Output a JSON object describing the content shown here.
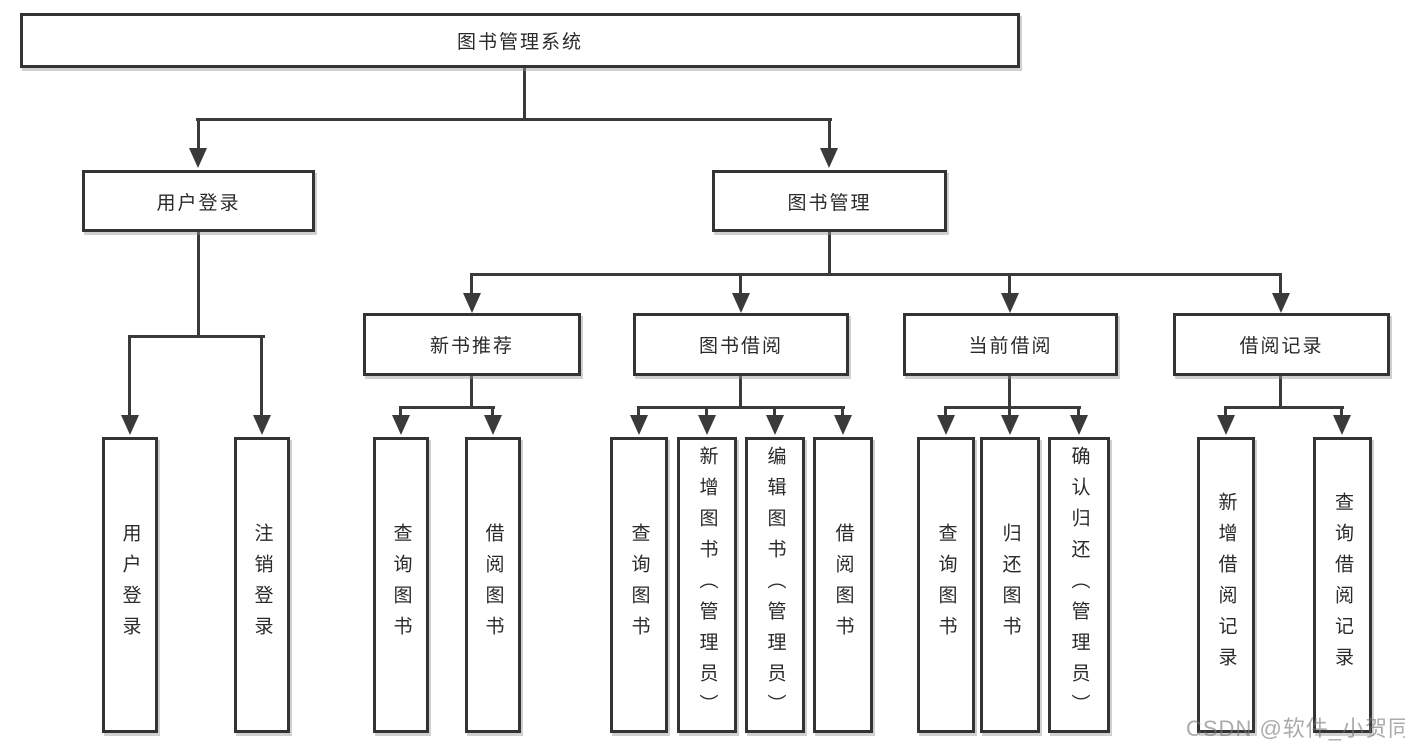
{
  "root": {
    "label": "图书管理系统"
  },
  "level2": [
    {
      "label": "用户登录"
    },
    {
      "label": "图书管理"
    }
  ],
  "level3": [
    {
      "label": "新书推荐"
    },
    {
      "label": "图书借阅"
    },
    {
      "label": "当前借阅"
    },
    {
      "label": "借阅记录"
    }
  ],
  "leaves": {
    "user_login": [
      {
        "label": "用户登录"
      },
      {
        "label": "注销登录"
      }
    ],
    "new_book": [
      {
        "label": "查询图书"
      },
      {
        "label": "借阅图书"
      }
    ],
    "book_borrow": [
      {
        "label": "查询图书"
      },
      {
        "label": "新增图书（管理员）"
      },
      {
        "label": "编辑图书（管理员）"
      },
      {
        "label": "借阅图书"
      }
    ],
    "current_borrow": [
      {
        "label": "查询图书"
      },
      {
        "label": "归还图书"
      },
      {
        "label": "确认归还（管理员）"
      }
    ],
    "borrow_records": [
      {
        "label": "新增借阅记录"
      },
      {
        "label": "查询借阅记录"
      }
    ]
  },
  "watermark": "CSDN @软件_小贺同学",
  "colors": {
    "line": "#3a3a3a",
    "border": "#333333",
    "text": "#2a2a2a",
    "watermark_gray": "#787878",
    "background": "#ffffff"
  }
}
